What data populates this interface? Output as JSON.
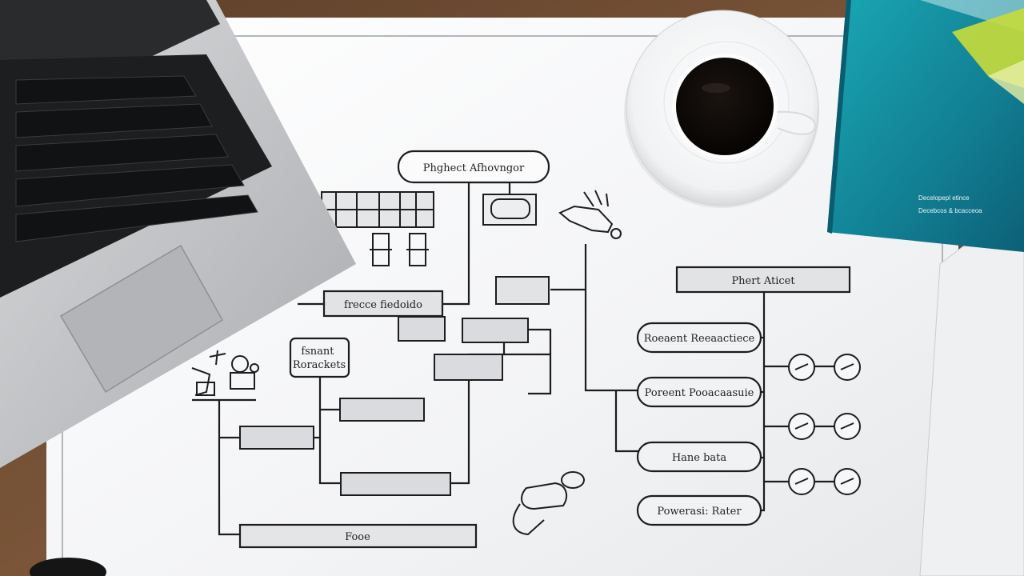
{
  "diagram": {
    "top_node": "Phghect Afhovngor",
    "left_node": "frecce fiedoido",
    "left_box": "fsnant\nRorackets",
    "right_header": "Phert Aticet",
    "right_pills": [
      "Roeaent Reeaactiece",
      "Poreent Pooacaasuie",
      "Hane bata",
      "Powerasi: Rater"
    ],
    "bottom_node": "Fooe"
  },
  "book": {
    "lines": [
      "Decelopepl etince",
      "Decebcos & bcacceoa"
    ]
  }
}
